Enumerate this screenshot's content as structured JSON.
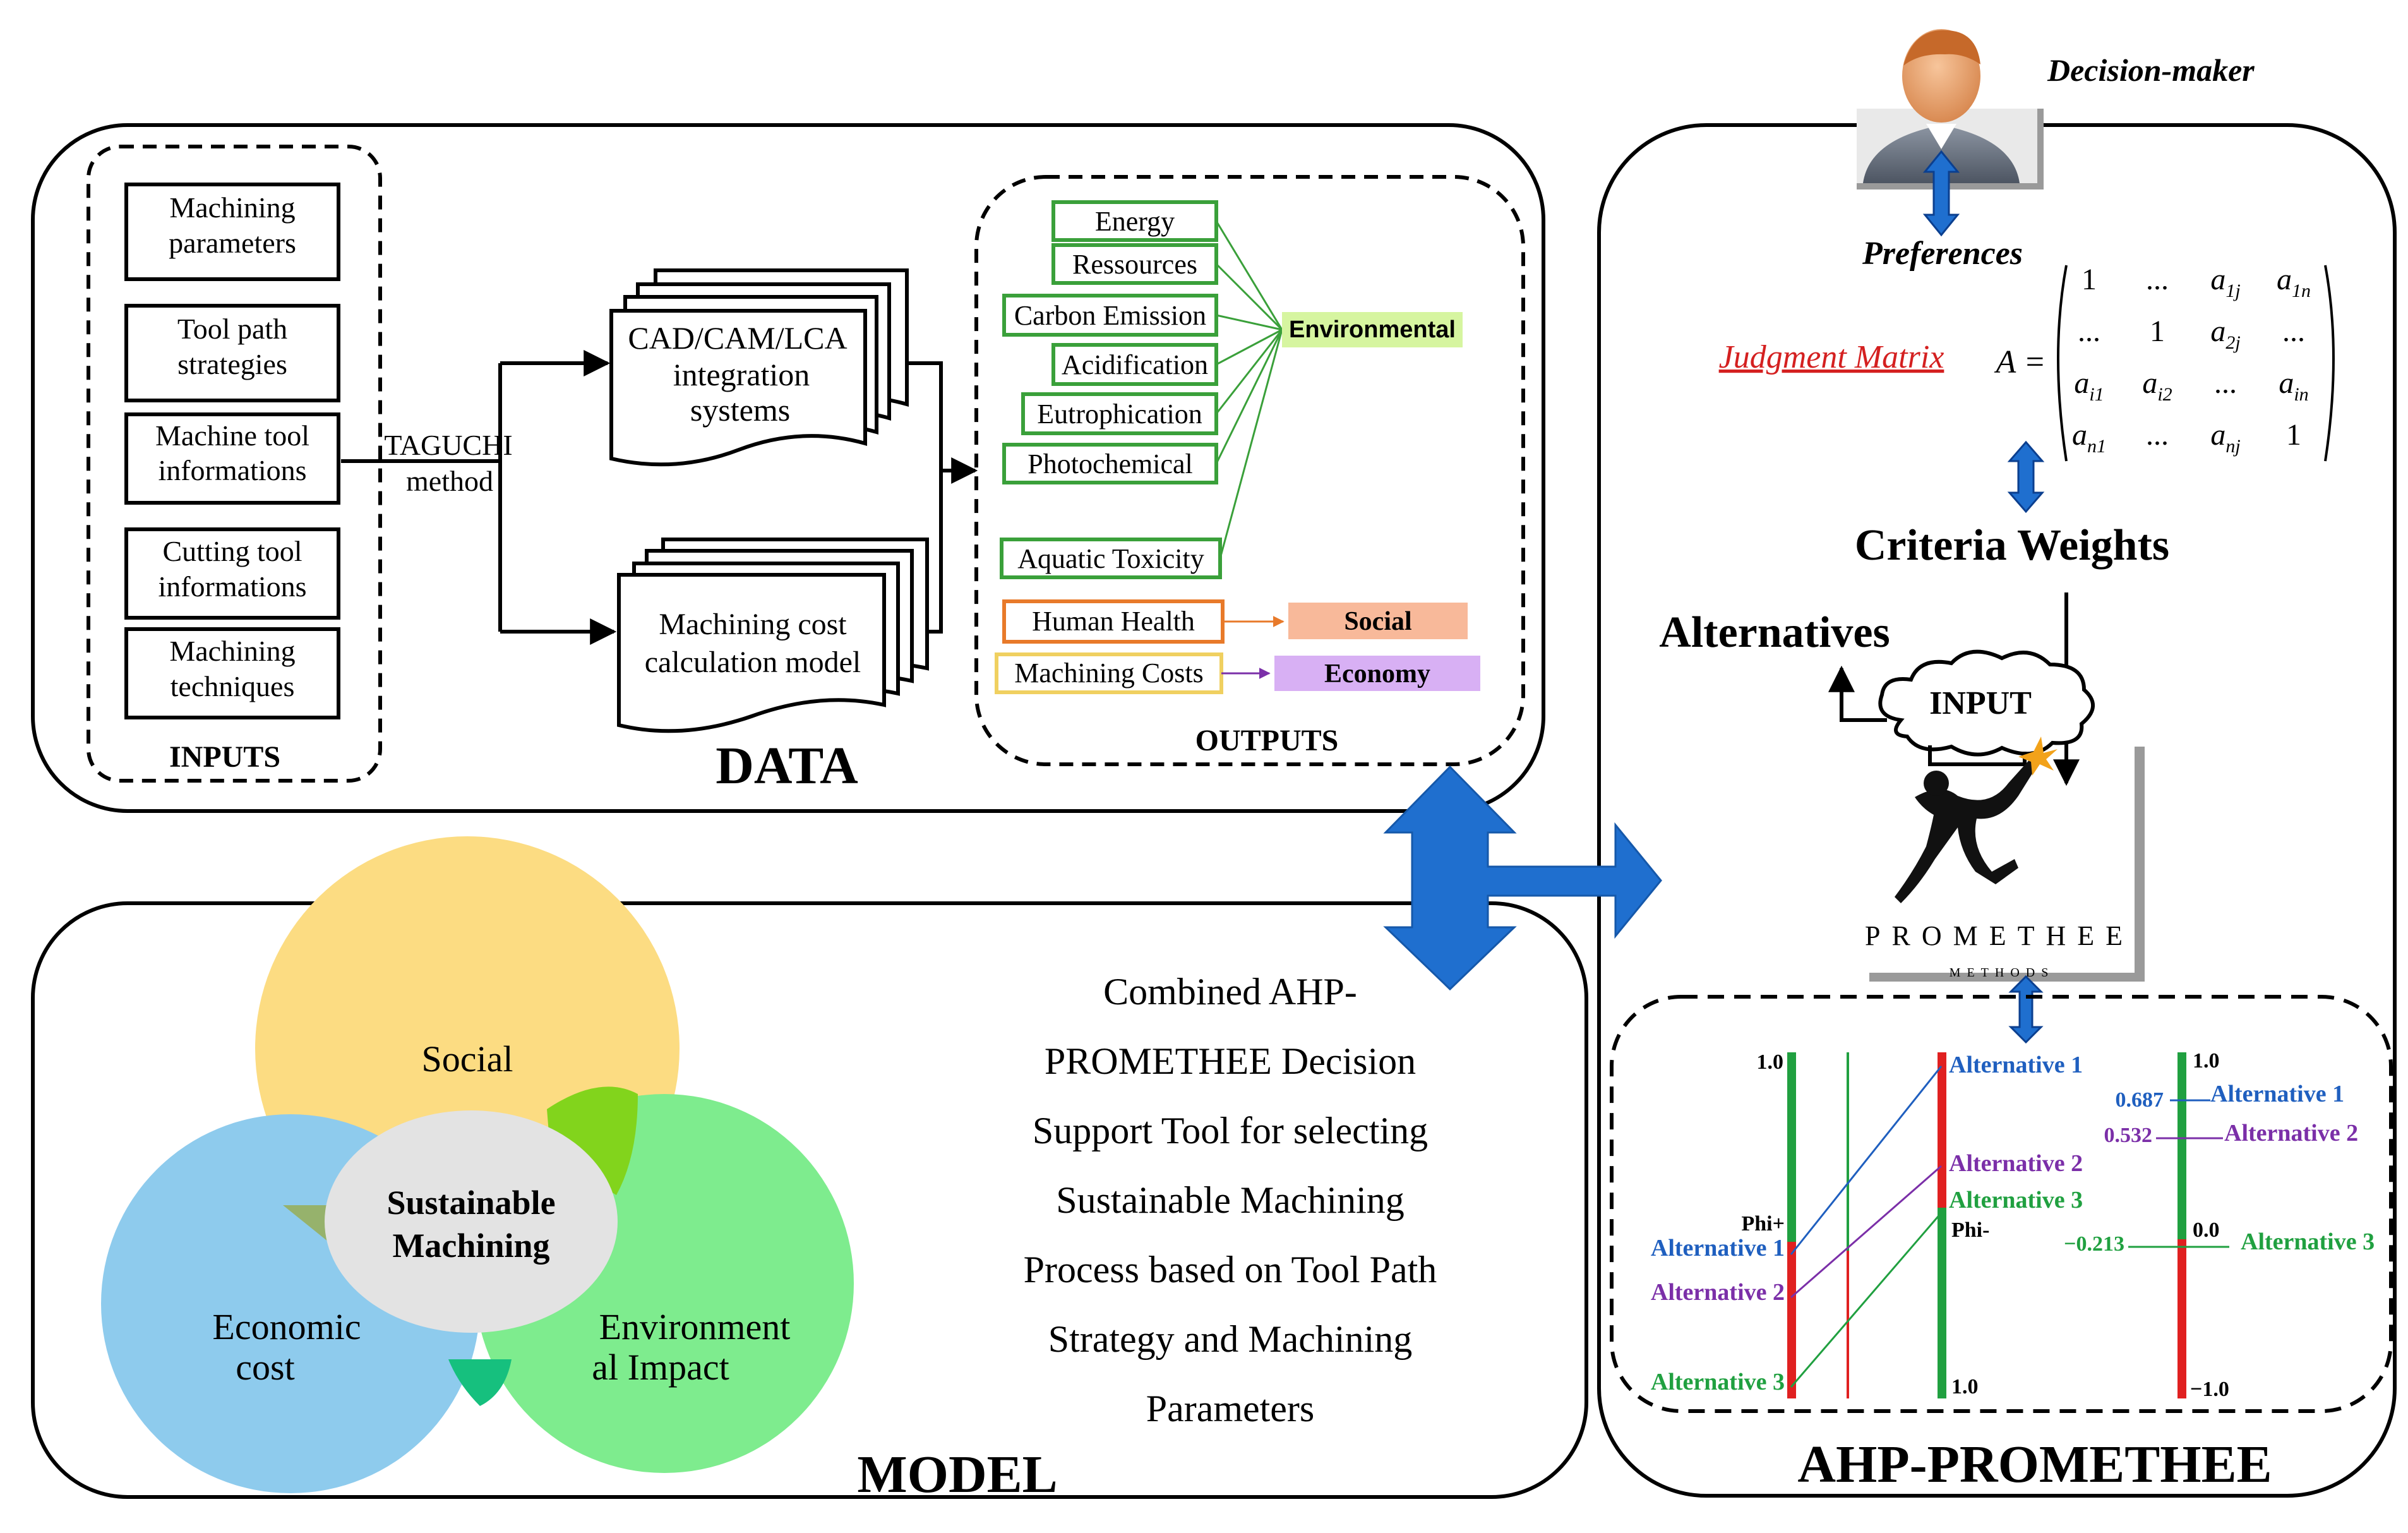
{
  "decision_maker": "Decision-maker",
  "preferences": "Preferences",
  "judgment_matrix": "Judgment Matrix",
  "matrix": {
    "prefix": "A =",
    "rows": [
      [
        "1",
        "...",
        "a1j",
        "a1n"
      ],
      [
        "...",
        "1",
        "a2j",
        "..."
      ],
      [
        "ai1",
        "ai2",
        "...",
        "ain"
      ],
      [
        "an1",
        "...",
        "anj",
        "1"
      ]
    ]
  },
  "criteria_weights": "Criteria Weights",
  "alternatives_heading": "Alternatives",
  "input_cloud": "INPUT",
  "promethee_logo": {
    "brand": "PROMETHEE",
    "sub": "METHODS"
  },
  "data_panel": {
    "title": "DATA",
    "inputs_title": "INPUTS",
    "inputs": [
      [
        "Machining",
        "parameters"
      ],
      [
        "Tool path",
        "strategies"
      ],
      [
        "Machine tool",
        "informations"
      ],
      [
        "Cutting tool",
        "informations"
      ],
      [
        "Machining",
        "techniques"
      ]
    ],
    "taguchi": [
      "TAGUCHI",
      "method"
    ],
    "cad_box": [
      "CAD/CAM/LCA",
      "integration",
      "systems"
    ],
    "cost_box": [
      "Machining cost",
      "calculation model"
    ],
    "outputs_title": "OUTPUTS",
    "env_outputs": [
      "Energy",
      "Ressources",
      "Carbon Emission",
      "Acidification",
      "Eutrophication",
      "Photochemical",
      "Aquatic Toxicity"
    ],
    "human_health": "Human Health",
    "machining_costs": "Machining Costs",
    "categories": {
      "environmental": "Environmental",
      "social": "Social",
      "economy": "Economy"
    }
  },
  "model_panel": {
    "title": "MODEL",
    "venn": {
      "social": "Social",
      "economic": [
        "Economic",
        "cost"
      ],
      "environmental": [
        "Environment",
        "al Impact"
      ],
      "center": [
        "Sustainable",
        "Machining"
      ]
    },
    "description": [
      "Combined AHP-",
      "PROMETHEE Decision",
      "Support Tool for selecting",
      "Sustainable Machining",
      "Process based on Tool Path",
      "Strategy and Machining",
      "Parameters"
    ]
  },
  "ahp_panel": {
    "title": "AHP-PROMETHEE",
    "chart1": {
      "top": "1.0",
      "phi_plus": "Phi+",
      "phi_minus": "Phi-",
      "bottom": "1.0",
      "left_labels": [
        "Alternative 1",
        "Alternative 2",
        "Alternative 3"
      ],
      "right_labels": [
        "Alternative 1",
        "Alternative 2",
        "Alternative 3"
      ]
    },
    "chart2": {
      "top": "1.0",
      "mid": "0.0",
      "bottom": "−1.0",
      "values": [
        "0.687",
        "0.532",
        "−0.213"
      ],
      "labels": [
        "Alternative 1",
        "Alternative 2",
        "Alternative 3"
      ]
    }
  },
  "colors": {
    "blue_arrow": "#1f6fcf",
    "green_box": "#3aa03a",
    "orange_box": "#e87a2a",
    "yellow_box": "#f0d060",
    "environmental_fill": "#d6f5a0",
    "social_fill": "#f8b99a",
    "economy_fill": "#d8b0f4",
    "venn_social": "#fcdc82",
    "venn_economic": "#8ecbed",
    "venn_environment": "#7eec8e",
    "alt1": "#1f5fbf",
    "alt2": "#7b2fa8",
    "alt3": "#20a040"
  }
}
